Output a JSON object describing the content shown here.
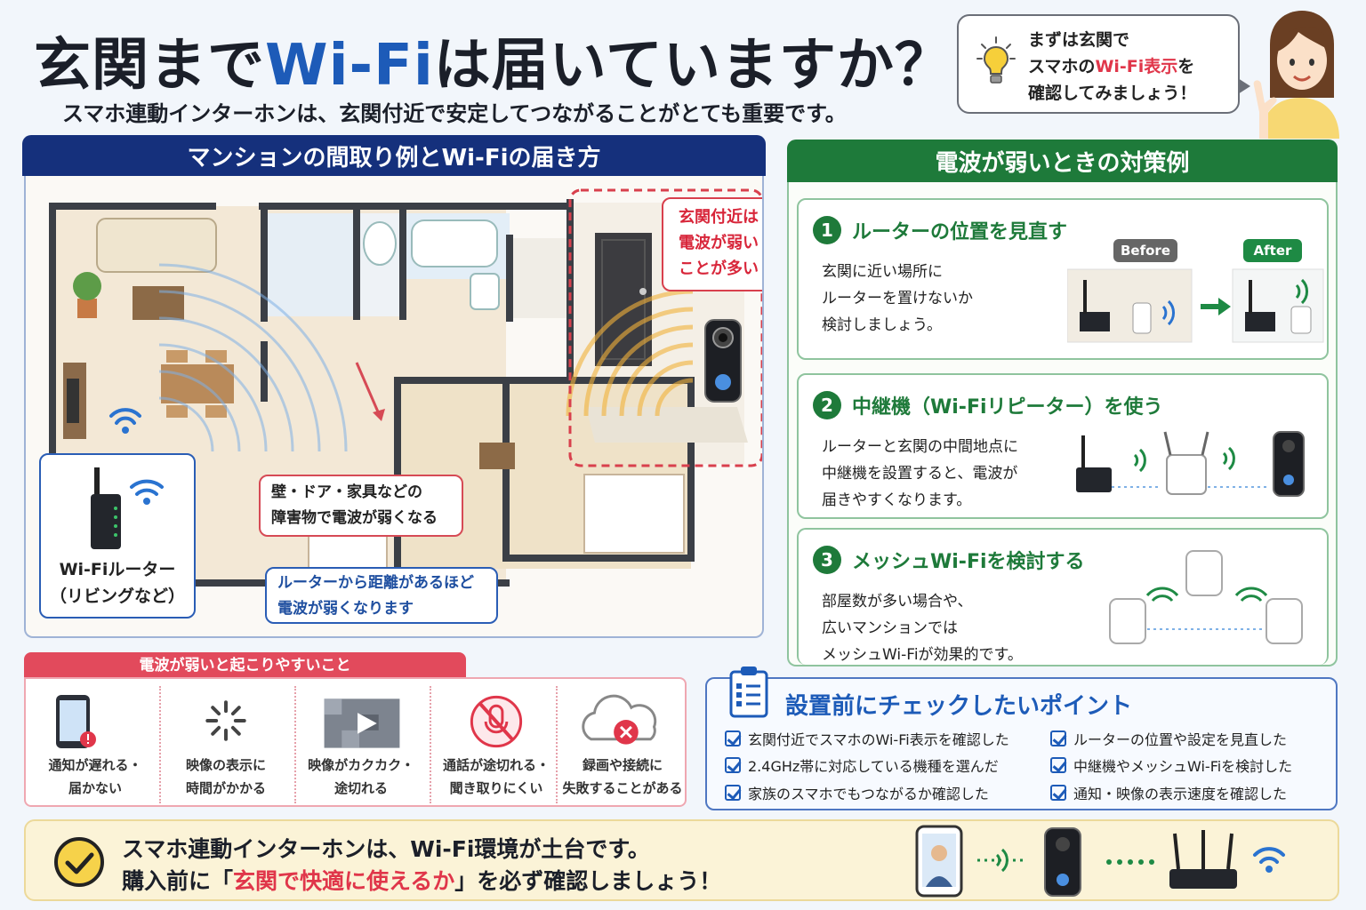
{
  "header": {
    "title_pre": "玄関まで",
    "title_accent": "Wi-Fi",
    "title_post": "は届いていますか？",
    "subtitle": "スマホ連動インターホンは、玄関付近で安定してつながることがとても重要です。"
  },
  "tip": {
    "line1": "まずは玄関で",
    "line2_pre": "スマホの",
    "line2_red": "Wi-Fi表示",
    "line2_post": "を",
    "line3": "確認してみましょう！"
  },
  "floor_plan": {
    "heading": "マンションの間取り例とWi-Fiの届き方",
    "callout_obstacle": [
      "壁・ドア・家具などの",
      "障害物で電波が弱くなる"
    ],
    "callout_entrance": [
      "玄関付近は",
      "電波が弱い",
      "ことが多い"
    ],
    "callout_distance": [
      "ルーターから距離があるほど",
      "電波が弱くなります"
    ],
    "router_label": [
      "Wi-Fiルーター",
      "（リビングなど）"
    ]
  },
  "fixes": {
    "heading": "電波が弱いときの対策例",
    "items": [
      {
        "num": "1",
        "title": "ルーターの位置を見直す",
        "body": [
          "玄関に近い場所に",
          "ルーターを置けないか",
          "検討しましょう。"
        ],
        "before": "Before",
        "after": "After"
      },
      {
        "num": "2",
        "title": "中継機（Wi-Fiリピーター）を使う",
        "body": [
          "ルーターと玄関の中間地点に",
          "中継機を設置すると、電波が",
          "届きやすくなります。"
        ]
      },
      {
        "num": "3",
        "title": "メッシュWi-Fiを検討する",
        "body": [
          "部屋数が多い場合や、",
          "広いマンションでは",
          "メッシュWi-Fiが効果的です。"
        ]
      }
    ]
  },
  "problems": {
    "heading": "電波が弱いと起こりやすいこと",
    "items": [
      {
        "icon": "phone-notification-icon",
        "text": [
          "通知が遅れる・",
          "届かない"
        ]
      },
      {
        "icon": "loading-spinner-icon",
        "text": [
          "映像の表示に",
          "時間がかかる"
        ]
      },
      {
        "icon": "pixelated-video-icon",
        "text": [
          "映像がカクカク・",
          "途切れる"
        ]
      },
      {
        "icon": "muted-mic-icon",
        "text": [
          "通話が途切れる・",
          "聞き取りにくい"
        ]
      },
      {
        "icon": "cloud-error-icon",
        "text": [
          "録画や接続に",
          "失敗することがある"
        ]
      }
    ]
  },
  "checklist": {
    "heading": "設置前にチェックしたいポイント",
    "left": [
      "玄関付近でスマホのWi-Fi表示を確認した",
      "2.4GHz帯に対応している機種を選んだ",
      "家族のスマホでもつながるか確認した"
    ],
    "right": [
      "ルーターの位置や設定を見直した",
      "中継機やメッシュWi-Fiを検討した",
      "通知・映像の表示速度を確認した"
    ]
  },
  "footer": {
    "line1": "スマホ連動インターホンは、Wi-Fi環境が土台です。",
    "line2_pre": "購入前に「",
    "line2_red": "玄関で快適に使えるか",
    "line2_post": "」を必ず確認しましょう！"
  },
  "colors": {
    "title_accent": "#1d5bb8",
    "plan_header": "#15307c",
    "fix_header": "#1e7a3a",
    "problem_header": "#e24a5c",
    "highlight_red": "#e0364a",
    "footer_bg": "#fbf3d7"
  }
}
